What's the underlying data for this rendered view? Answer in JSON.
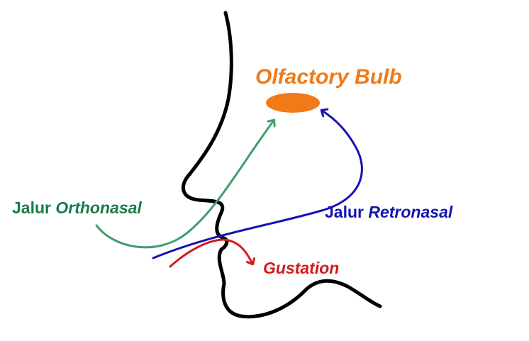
{
  "olfactory_bulb": {
    "label": "Olfactory Bulb",
    "color": "#F07A17"
  },
  "orthonasal": {
    "prefix": "Jalur",
    "emphasis": "Orthonasal",
    "color": "#1A7A4C",
    "arrow_color": "#3E9E6E"
  },
  "retronasal": {
    "prefix": "Jalur",
    "emphasis": "Retronasal",
    "color": "#1414B4"
  },
  "gustation": {
    "label": "Gustation",
    "color": "#D11B1B"
  },
  "profile_color": "#000000"
}
